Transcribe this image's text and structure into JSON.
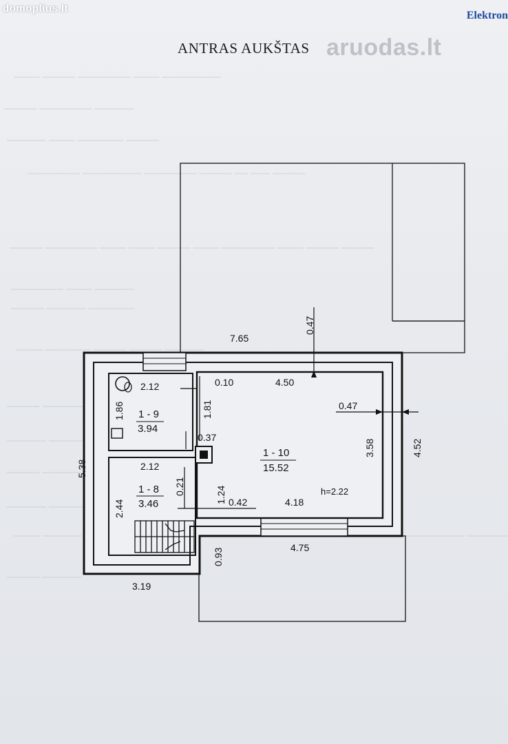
{
  "watermarks": {
    "site_top": "domoplius.lt",
    "corner": "Elektron",
    "aruodas": "aruodas.lt"
  },
  "plan": {
    "title": "ANTRAS AUKŠTAS",
    "rooms": [
      {
        "id": "1 - 9",
        "area": "3.94"
      },
      {
        "id": "1 - 8",
        "area": "3.46"
      },
      {
        "id": "1 - 10",
        "area": "15.52"
      }
    ],
    "height_label": "h=2.22",
    "dimensions": {
      "top_width": "7.65",
      "top_gap": "0.47",
      "room9_width": "2.12",
      "room9_height": "1.86",
      "partition_gap": "0.10",
      "partition_top": "1.81",
      "room10_width": "4.50",
      "right_gap": "0.47",
      "room10_height": "3.58",
      "outer_right": "4.52",
      "left_total": "5.38",
      "chimney": "0.37",
      "room8_width": "2.12",
      "wall_gap": "0.21",
      "room8_height": "2.44",
      "partition_low": "1.24",
      "door_offset": "0.42",
      "room10_bottom": "4.18",
      "bottom_right": "4.75",
      "stair_gap": "0.93",
      "bottom_left": "3.19"
    }
  }
}
